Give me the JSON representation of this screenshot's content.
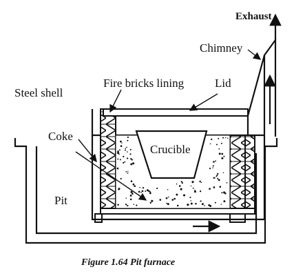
{
  "labels": {
    "exhaust": "Exhaust",
    "chimney": "Chimney",
    "fire_bricks_lining": "Fire bricks lining",
    "lid": "Lid",
    "steel_shell": "Steel shell",
    "coke": "Coke",
    "crucible": "Crucible",
    "pit": "Pit"
  },
  "caption": "Figure 1.64 Pit furnace"
}
